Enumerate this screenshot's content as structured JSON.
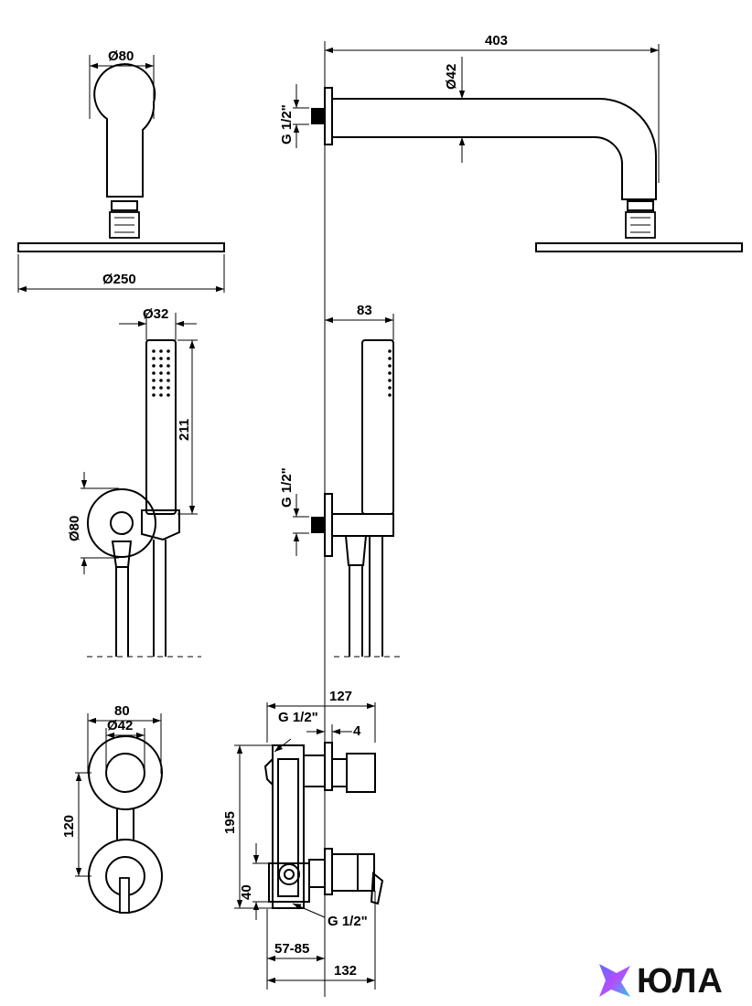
{
  "dimensions": {
    "top_view_head_diameter": "Ø80",
    "top_view_plate_diameter": "Ø250",
    "arm_length": "403",
    "arm_pipe_diameter": "Ø42",
    "arm_thread": "G 1/2\"",
    "hand_shower_diameter": "Ø32",
    "hand_shower_length": "211",
    "holder_diameter": "Ø80",
    "hand_projection": "83",
    "hand_thread": "G 1/2\"",
    "mixer_plate_width": "80",
    "mixer_plate_inner": "Ø42",
    "mixer_spacing": "120",
    "mixer_depth_top": "127",
    "mixer_thread_top": "G 1/2\"",
    "mixer_offset": "4",
    "mixer_height": "195",
    "mixer_low": "40",
    "mixer_thread_bottom": "G 1/2\"",
    "mixer_install_range": "57-85",
    "mixer_depth_bottom": "132"
  },
  "brand": {
    "logo_text": "ЮЛА",
    "colors": {
      "mark_top": "#5b6cff",
      "mark_mid": "#b44dff",
      "mark_low": "#29c9e6"
    }
  }
}
